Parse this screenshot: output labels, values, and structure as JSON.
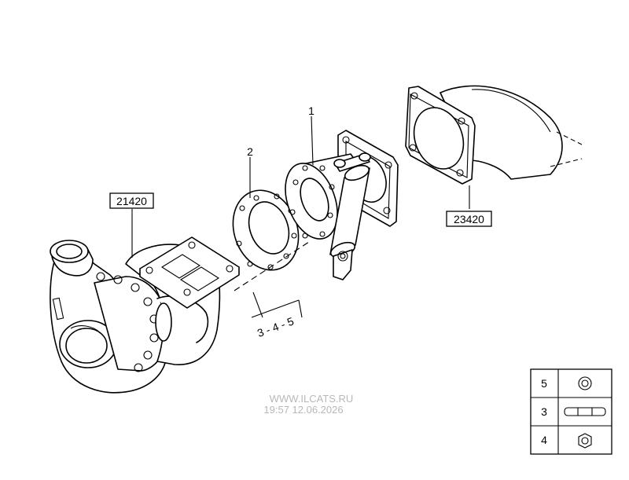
{
  "callouts": {
    "turbocharger_ref": "21420",
    "exhaust_elbow_ref": "23420",
    "part_1": "1",
    "part_2": "2",
    "fastener_group": "3 - 4 - 5"
  },
  "legend": {
    "rows": [
      {
        "number": "5",
        "icon": "washer-icon"
      },
      {
        "number": "3",
        "icon": "stud-icon"
      },
      {
        "number": "4",
        "icon": "nut-icon"
      }
    ]
  },
  "watermark": {
    "site": "WWW.ILCATS.RU",
    "timestamp": "19:57 12.06.2026"
  }
}
